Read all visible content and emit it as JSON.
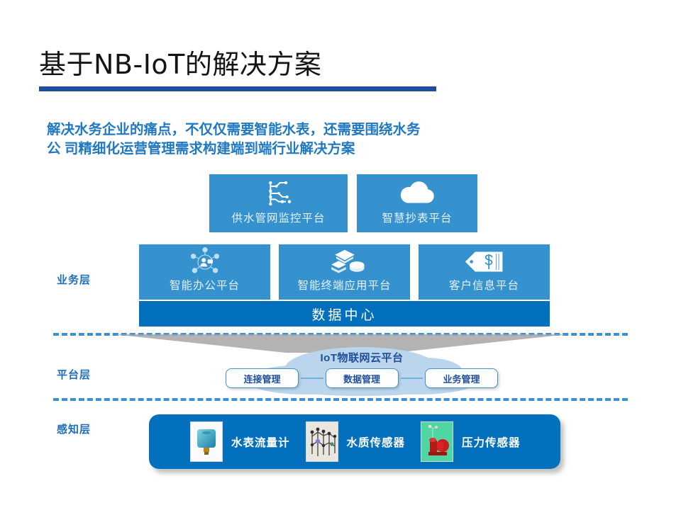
{
  "slide": {
    "title": "基于NB-IoT的解决方案",
    "subtitle_line1": "解决水务企业的痛点，不仅仅需要智能水表，还需要围绕水务",
    "subtitle_line2": "公 司精细化运营管理需求构建端到端行业解决方案"
  },
  "colors": {
    "title_text": "#141414",
    "title_rule": "#1F4E9C",
    "subtitle": "#1F78C1",
    "tile_blue": "#3592CF",
    "bar_blue": "#0370BE",
    "label_blue": "#1F6FB6",
    "dash_blue": "#3E8FD4",
    "cloud_fill": "#BBD6EC",
    "funnel_gray": "#A6A6A6"
  },
  "layers": {
    "business_label": "业务层",
    "platform_label": "平台层",
    "sense_label": "感知层"
  },
  "business": {
    "top_tiles": [
      {
        "label": "供水管网监控平台",
        "icon": "circuit-network-icon"
      },
      {
        "label": "智慧抄表平台",
        "icon": "cloud-icon"
      }
    ],
    "mid_tiles": [
      {
        "label": "智能办公平台",
        "icon": "people-network-icon"
      },
      {
        "label": "智能终端应用平台",
        "icon": "mail-stack-icon"
      },
      {
        "label": "客户信息平台",
        "icon": "price-tag-dollar-icon"
      }
    ],
    "data_center": "数据中心"
  },
  "platform": {
    "cloud_title": "IoT物联网云平台",
    "pills": [
      {
        "label": "连接管理"
      },
      {
        "label": "数据管理"
      },
      {
        "label": "业务管理"
      }
    ]
  },
  "sense": {
    "items": [
      {
        "label": "水表流量计",
        "thumb": "water-meter-photo"
      },
      {
        "label": "水质传感器",
        "thumb": "water-quality-sensor-photo"
      },
      {
        "label": "压力传感器",
        "thumb": "pressure-sensor-pump-photo"
      }
    ]
  }
}
